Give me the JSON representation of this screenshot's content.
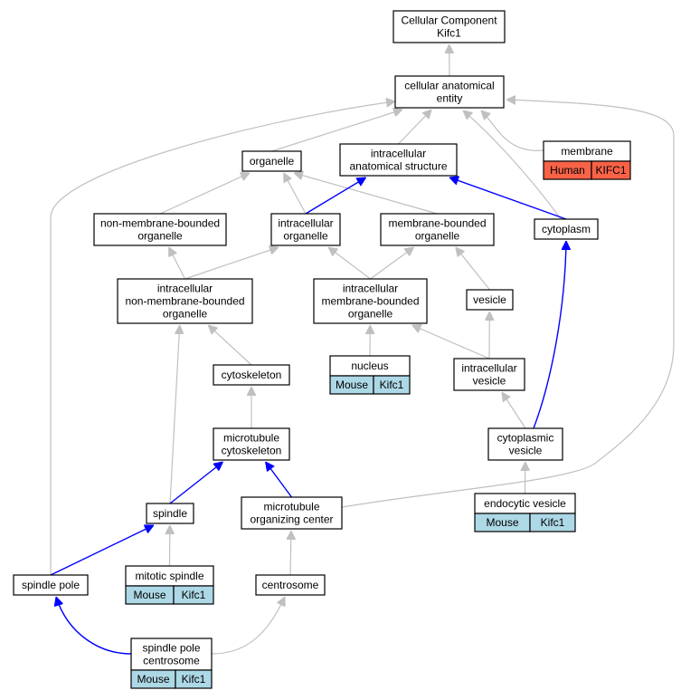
{
  "colors": {
    "gray_edge": "#c0c0c0",
    "blue_edge": "#0000ff",
    "mouse_fill": "#add8e6",
    "human_fill": "#f86247"
  },
  "nodes": [
    {
      "id": "root",
      "lines": [
        "Cellular Component",
        "Kifc1"
      ]
    },
    {
      "id": "cae",
      "lines": [
        "cellular anatomical",
        "entity"
      ]
    },
    {
      "id": "organelle",
      "lines": [
        "organelle"
      ]
    },
    {
      "id": "ias",
      "lines": [
        "intracellular",
        "anatomical structure"
      ]
    },
    {
      "id": "membrane",
      "lines": [
        "membrane"
      ],
      "annotation": {
        "species": "Human",
        "gene": "KIFC1",
        "fill": "#f86247"
      }
    },
    {
      "id": "nmbo",
      "lines": [
        "non-membrane-bounded",
        "organelle"
      ]
    },
    {
      "id": "io",
      "lines": [
        "intracellular",
        "organelle"
      ]
    },
    {
      "id": "mbo",
      "lines": [
        "membrane-bounded",
        "organelle"
      ]
    },
    {
      "id": "cytoplasm",
      "lines": [
        "cytoplasm"
      ]
    },
    {
      "id": "inmbo",
      "lines": [
        "intracellular",
        "non-membrane-bounded",
        "organelle"
      ]
    },
    {
      "id": "imbo",
      "lines": [
        "intracellular",
        "membrane-bounded",
        "organelle"
      ]
    },
    {
      "id": "vesicle",
      "lines": [
        "vesicle"
      ]
    },
    {
      "id": "cytoskeleton",
      "lines": [
        "cytoskeleton"
      ]
    },
    {
      "id": "nucleus",
      "lines": [
        "nucleus"
      ],
      "annotation": {
        "species": "Mouse",
        "gene": "Kifc1",
        "fill": "#add8e6"
      }
    },
    {
      "id": "iv",
      "lines": [
        "intracellular",
        "vesicle"
      ]
    },
    {
      "id": "mtc",
      "lines": [
        "microtubule",
        "cytoskeleton"
      ]
    },
    {
      "id": "cv",
      "lines": [
        "cytoplasmic",
        "vesicle"
      ]
    },
    {
      "id": "spindle",
      "lines": [
        "spindle"
      ]
    },
    {
      "id": "mtoc",
      "lines": [
        "microtubule",
        "organizing center"
      ]
    },
    {
      "id": "ev",
      "lines": [
        "endocytic vesicle"
      ],
      "annotation": {
        "species": "Mouse",
        "gene": "Kifc1",
        "fill": "#add8e6"
      }
    },
    {
      "id": "sp",
      "lines": [
        "spindle pole"
      ]
    },
    {
      "id": "ms",
      "lines": [
        "mitotic spindle"
      ],
      "annotation": {
        "species": "Mouse",
        "gene": "Kifc1",
        "fill": "#add8e6"
      }
    },
    {
      "id": "centrosome",
      "lines": [
        "centrosome"
      ]
    },
    {
      "id": "spc",
      "lines": [
        "spindle pole",
        "centrosome"
      ],
      "annotation": {
        "species": "Mouse",
        "gene": "Kifc1",
        "fill": "#add8e6"
      }
    }
  ],
  "edges": [
    {
      "from": "cae",
      "to": "root",
      "color": "gray"
    },
    {
      "from": "organelle",
      "to": "cae",
      "color": "gray"
    },
    {
      "from": "ias",
      "to": "cae",
      "color": "gray"
    },
    {
      "from": "membrane",
      "to": "cae",
      "color": "gray"
    },
    {
      "from": "cytoplasm",
      "to": "cae",
      "color": "gray"
    },
    {
      "from": "sp",
      "to": "cae",
      "color": "gray"
    },
    {
      "from": "mtoc",
      "to": "cae",
      "color": "gray"
    },
    {
      "from": "nmbo",
      "to": "organelle",
      "color": "gray"
    },
    {
      "from": "io",
      "to": "organelle",
      "color": "gray"
    },
    {
      "from": "mbo",
      "to": "organelle",
      "color": "gray"
    },
    {
      "from": "io",
      "to": "ias",
      "color": "blue"
    },
    {
      "from": "cytoplasm",
      "to": "ias",
      "color": "blue"
    },
    {
      "from": "inmbo",
      "to": "nmbo",
      "color": "gray"
    },
    {
      "from": "inmbo",
      "to": "io",
      "color": "gray"
    },
    {
      "from": "imbo",
      "to": "io",
      "color": "gray"
    },
    {
      "from": "imbo",
      "to": "mbo",
      "color": "gray"
    },
    {
      "from": "vesicle",
      "to": "mbo",
      "color": "gray"
    },
    {
      "from": "cytoskeleton",
      "to": "inmbo",
      "color": "gray"
    },
    {
      "from": "spindle",
      "to": "inmbo",
      "color": "gray"
    },
    {
      "from": "nucleus",
      "to": "imbo",
      "color": "gray"
    },
    {
      "from": "iv",
      "to": "imbo",
      "color": "gray"
    },
    {
      "from": "iv",
      "to": "vesicle",
      "color": "gray"
    },
    {
      "from": "mtc",
      "to": "cytoskeleton",
      "color": "gray"
    },
    {
      "from": "cv",
      "to": "iv",
      "color": "gray"
    },
    {
      "from": "cv",
      "to": "cytoplasm",
      "color": "blue"
    },
    {
      "from": "spindle",
      "to": "mtc",
      "color": "blue"
    },
    {
      "from": "mtoc",
      "to": "mtc",
      "color": "blue"
    },
    {
      "from": "ev",
      "to": "cv",
      "color": "gray"
    },
    {
      "from": "sp",
      "to": "spindle",
      "color": "blue"
    },
    {
      "from": "ms",
      "to": "spindle",
      "color": "gray"
    },
    {
      "from": "centrosome",
      "to": "mtoc",
      "color": "gray"
    },
    {
      "from": "spc",
      "to": "sp",
      "color": "blue"
    },
    {
      "from": "spc",
      "to": "centrosome",
      "color": "gray"
    }
  ]
}
